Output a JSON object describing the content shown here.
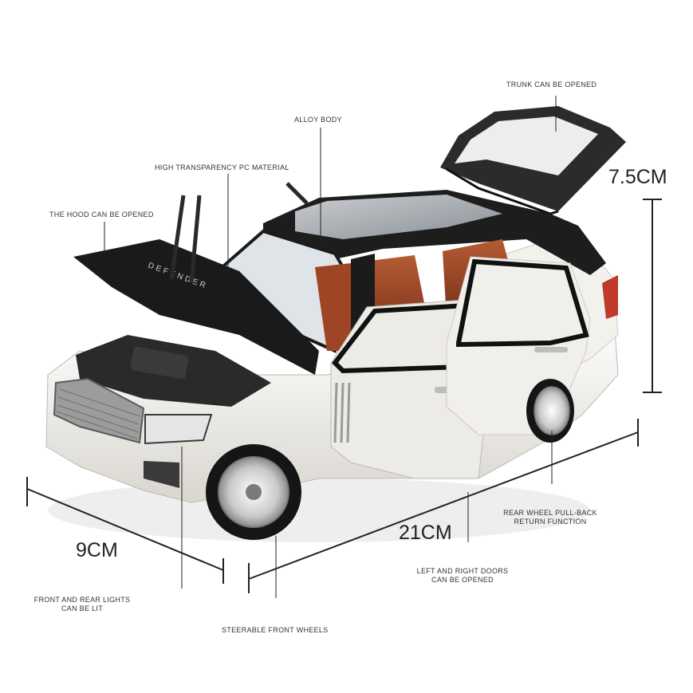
{
  "callouts": {
    "trunk": "TRUNK CAN BE OPENED",
    "alloy": "ALLOY BODY",
    "pc_material": "HIGH TRANSPARENCY PC MATERIAL",
    "hood": "THE HOOD CAN BE OPENED",
    "rear_wheel_line1": "REAR WHEEL PULL-BACK",
    "rear_wheel_line2": "RETURN FUNCTION",
    "doors_line1": "LEFT AND RIGHT DOORS",
    "doors_line2": "CAN BE OPENED",
    "lights_line1": "FRONT AND REAR LIGHTS",
    "lights_line2": "CAN BE LIT",
    "steerable": "STEERABLE FRONT WHEELS"
  },
  "dimensions": {
    "height": "7.5CM",
    "length": "21CM",
    "width": "9CM"
  },
  "hood_badge": "DEFENDER",
  "colors": {
    "body": "#f1efea",
    "roof": "#1b1b1b",
    "interior": "#8a3b20",
    "chrome": "#c8c8c8",
    "line": "#222222"
  }
}
